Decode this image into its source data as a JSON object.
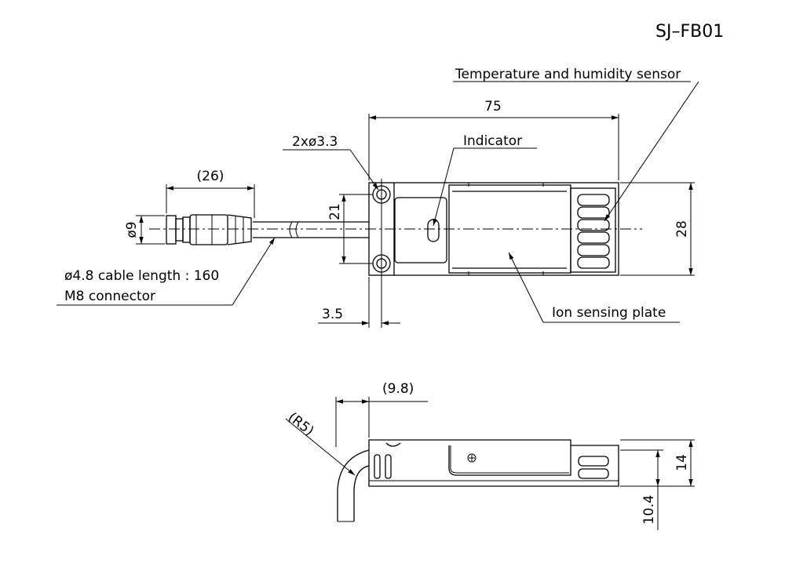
{
  "drawing": {
    "model": "SJ–FB01",
    "labels": {
      "temp_sensor": "Temperature and humidity sensor",
      "indicator": "Indicator",
      "mount_holes": "2xø3.3",
      "cable": "ø4.8 cable length : 160",
      "connector": "M8 connector",
      "ion_plate": "Ion sensing plate",
      "radius": "(R5)"
    },
    "dimensions": {
      "width": "75",
      "connector_length": "(26)",
      "connector_dia": "ø9",
      "hole_pitch": "21",
      "height": "28",
      "hole_offset": "3.5",
      "side_offset": "(9.8)",
      "thickness": "14",
      "thickness_base": "10.4"
    }
  }
}
